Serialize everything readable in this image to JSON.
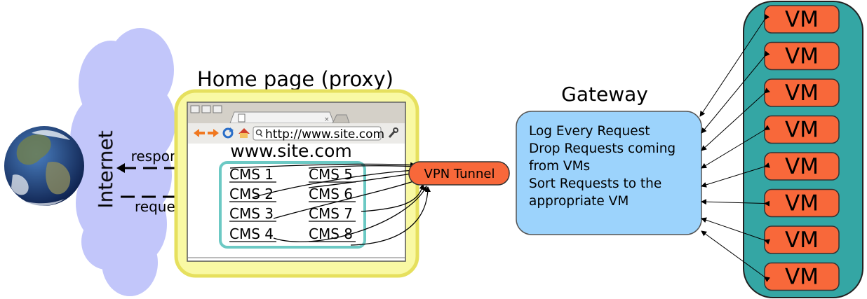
{
  "internet_label": "Internet",
  "response_label": "response",
  "request_label": "request",
  "proxy_title": "Home page (proxy)",
  "browser": {
    "url": "http://www.site.com",
    "site_heading": "www.site.com"
  },
  "cms_items": [
    "CMS 1",
    "CMS 2",
    "CMS 3",
    "CMS 4",
    "CMS 5",
    "CMS 6",
    "CMS 7",
    "CMS 8"
  ],
  "vpn_tunnel_label": "VPN Tunnel",
  "gateway": {
    "title": "Gateway",
    "lines": [
      "Log Every Request",
      "Drop Requests coming",
      "from VMs",
      "Sort Requests to the",
      "appropriate VM"
    ]
  },
  "vm_label": "VM",
  "vm_count": 8,
  "colors": {
    "cloud": "#c2c6fa",
    "proxy_fill": "#f9f9a4",
    "proxy_border": "#e6e05e",
    "cms_border": "#6cc9c4",
    "vpn_fill": "#f8683a",
    "gateway_fill": "#9cd3fc",
    "vm_fill": "#f8683a",
    "vm_container": "#34a6a4"
  },
  "icons": [
    "globe-icon",
    "back-arrow-icon",
    "forward-arrow-icon",
    "reload-icon",
    "home-icon",
    "search-icon",
    "wrench-icon",
    "document-icon",
    "close-icon"
  ]
}
